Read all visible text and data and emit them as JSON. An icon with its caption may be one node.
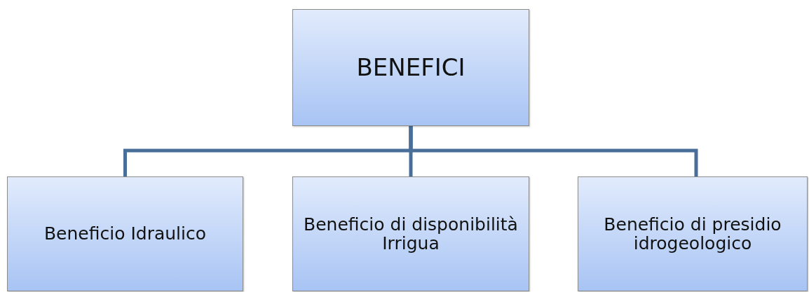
{
  "diagram": {
    "nodes": [
      {
        "text": [
          "BENEFICI"
        ]
      },
      {
        "text": [
          "Beneficio Idraulico"
        ]
      },
      {
        "text": [
          "Beneficio di disponibilità Irrigua"
        ]
      },
      {
        "text": [
          "Beneficio di presidio idrogeologico"
        ]
      }
    ],
    "edges": [
      {
        "from": 0,
        "to": 1,
        "arrow": "none"
      },
      {
        "from": 0,
        "to": 2,
        "arrow": "none"
      },
      {
        "from": 0,
        "to": 3,
        "arrow": "none"
      }
    ]
  }
}
